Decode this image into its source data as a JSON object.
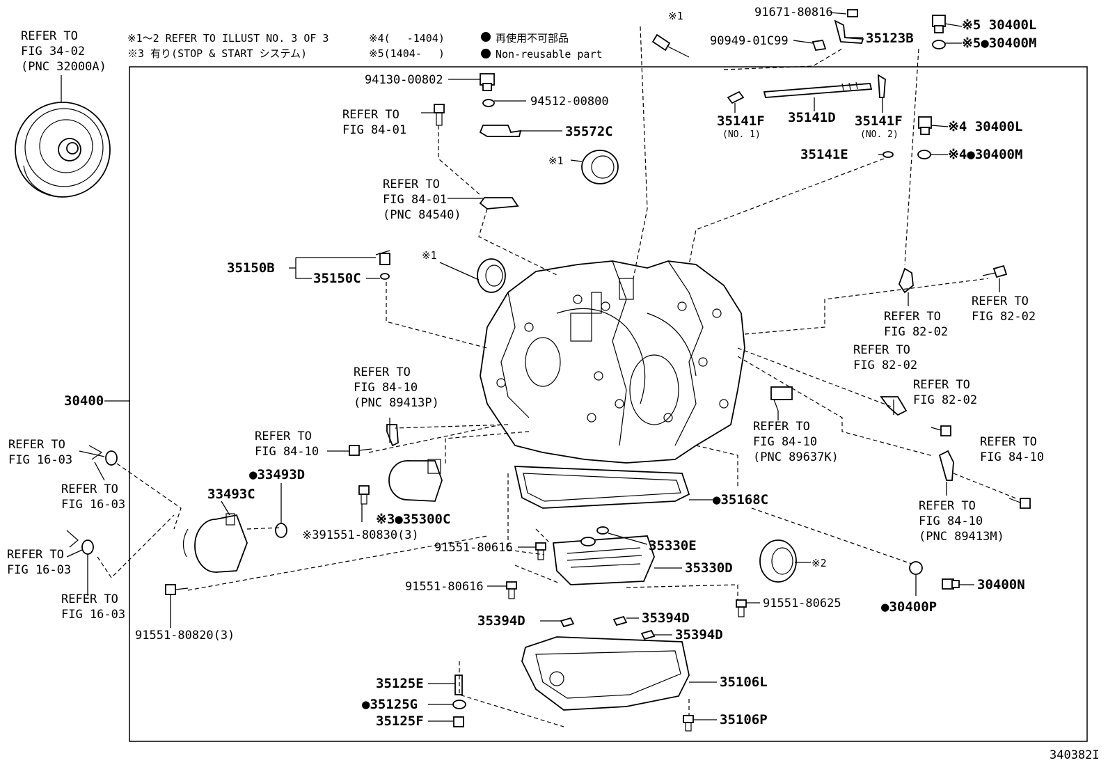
{
  "legend": {
    "line1": "※1～2 REFER TO ILLUST NO. 3 OF 3",
    "line2": "※3 有り(STOP & START システム)",
    "line3": "※4(　 -1404)",
    "line4": "※5(1404- 　)",
    "nonreuse_jp": "再使用不可部品",
    "nonreuse_en": "Non-reusable part"
  },
  "ref_top_left": [
    "REFER TO",
    "FIG 34-02",
    "(PNC 32000A)"
  ],
  "figure_id": "340382I",
  "labels": {
    "p30400": "30400",
    "p91671_80816": "91671-80816",
    "p90949_01C99": "90949-01C99",
    "p35123B": "35123B",
    "p30400L_5": "※5 30400L",
    "p30400M_5": "※5●30400M",
    "p94130_00802": "94130-00802",
    "p94512_00800": "94512-00800",
    "p35572C": "35572C",
    "p35141F_1": "35141F",
    "p35141F_1_sub": "(NO. 1)",
    "p35141D": "35141D",
    "p35141F_2": "35141F",
    "p35141F_2_sub": "(NO. 2)",
    "p30400L_4": "※4 30400L",
    "p35141E": "35141E",
    "p30400M_4": "※4●30400M",
    "mark1_a": "※1",
    "mark1_b": "※1",
    "mark1_c": "※1",
    "mark2": "※2",
    "p35150B": "35150B",
    "p35150C": "35150C",
    "p33493D": "●33493D",
    "p33493C": "33493C",
    "p35300C": "※3●35300C",
    "p91551_80830": "※391551-80830(3)",
    "p35168C": "●35168C",
    "p91551_80616_a": "91551-80616",
    "p35330E": "35330E",
    "p91551_80616_b": "91551-80616",
    "p35330D": "35330D",
    "p91551_80625": "91551-80625",
    "p35394D_a": "35394D",
    "p35394D_b": "35394D",
    "p35394D_c": "35394D",
    "p91551_80820": "91551-80820(3)",
    "p35125E": "35125E",
    "p35125G": "●35125G",
    "p35125F": "35125F",
    "p35106L": "35106L",
    "p35106P": "35106P",
    "p30400N": "30400N",
    "p30400P": "●30400P"
  },
  "refs": {
    "r84_01a": [
      "REFER TO",
      "FIG 84-01"
    ],
    "r84_01b": [
      "REFER TO",
      "FIG 84-01",
      "(PNC 84540)"
    ],
    "r84_10a": [
      "REFER TO",
      "FIG 84-10",
      "(PNC 89413P)"
    ],
    "r84_10b": [
      "REFER TO",
      "FIG 84-10"
    ],
    "r16_03a": [
      "REFER TO",
      "FIG 16-03"
    ],
    "r16_03b": [
      "REFER TO",
      "FIG 16-03"
    ],
    "r16_03c": [
      "REFER TO",
      "FIG 16-03"
    ],
    "r16_03d": [
      "REFER TO",
      "FIG 16-03"
    ],
    "r82_02a": [
      "REFER TO",
      "FIG 82-02"
    ],
    "r82_02b": [
      "REFER TO",
      "FIG 82-02"
    ],
    "r82_02c": [
      "REFER TO",
      "FIG 82-02"
    ],
    "r82_02d": [
      "REFER TO",
      "FIG 82-02"
    ],
    "r84_10c": [
      "REFER TO",
      "FIG 84-10",
      "(PNC 89637K)"
    ],
    "r84_10d": [
      "REFER TO",
      "FIG 84-10"
    ],
    "r84_10e": [
      "REFER TO",
      "FIG 84-10",
      "(PNC 89413M)"
    ]
  }
}
